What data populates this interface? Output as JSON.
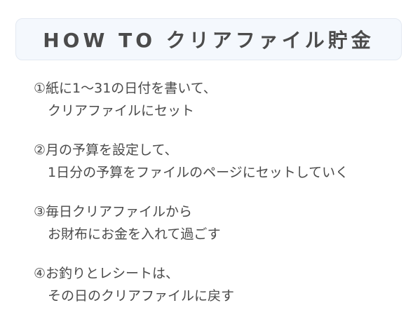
{
  "title": "HOW TO クリアファイル貯金",
  "steps": [
    {
      "line1": "①紙に1〜31の日付を書いて、",
      "line2": "クリアファイルにセット"
    },
    {
      "line1": "②月の予算を設定して、",
      "line2": "1日分の予算をファイルのページにセットしていく"
    },
    {
      "line1": "③毎日クリアファイルから",
      "line2": "お財布にお金を入れて過ごす"
    },
    {
      "line1": "④お釣りとレシートは、",
      "line2": "その日のクリアファイルに戻す"
    }
  ]
}
